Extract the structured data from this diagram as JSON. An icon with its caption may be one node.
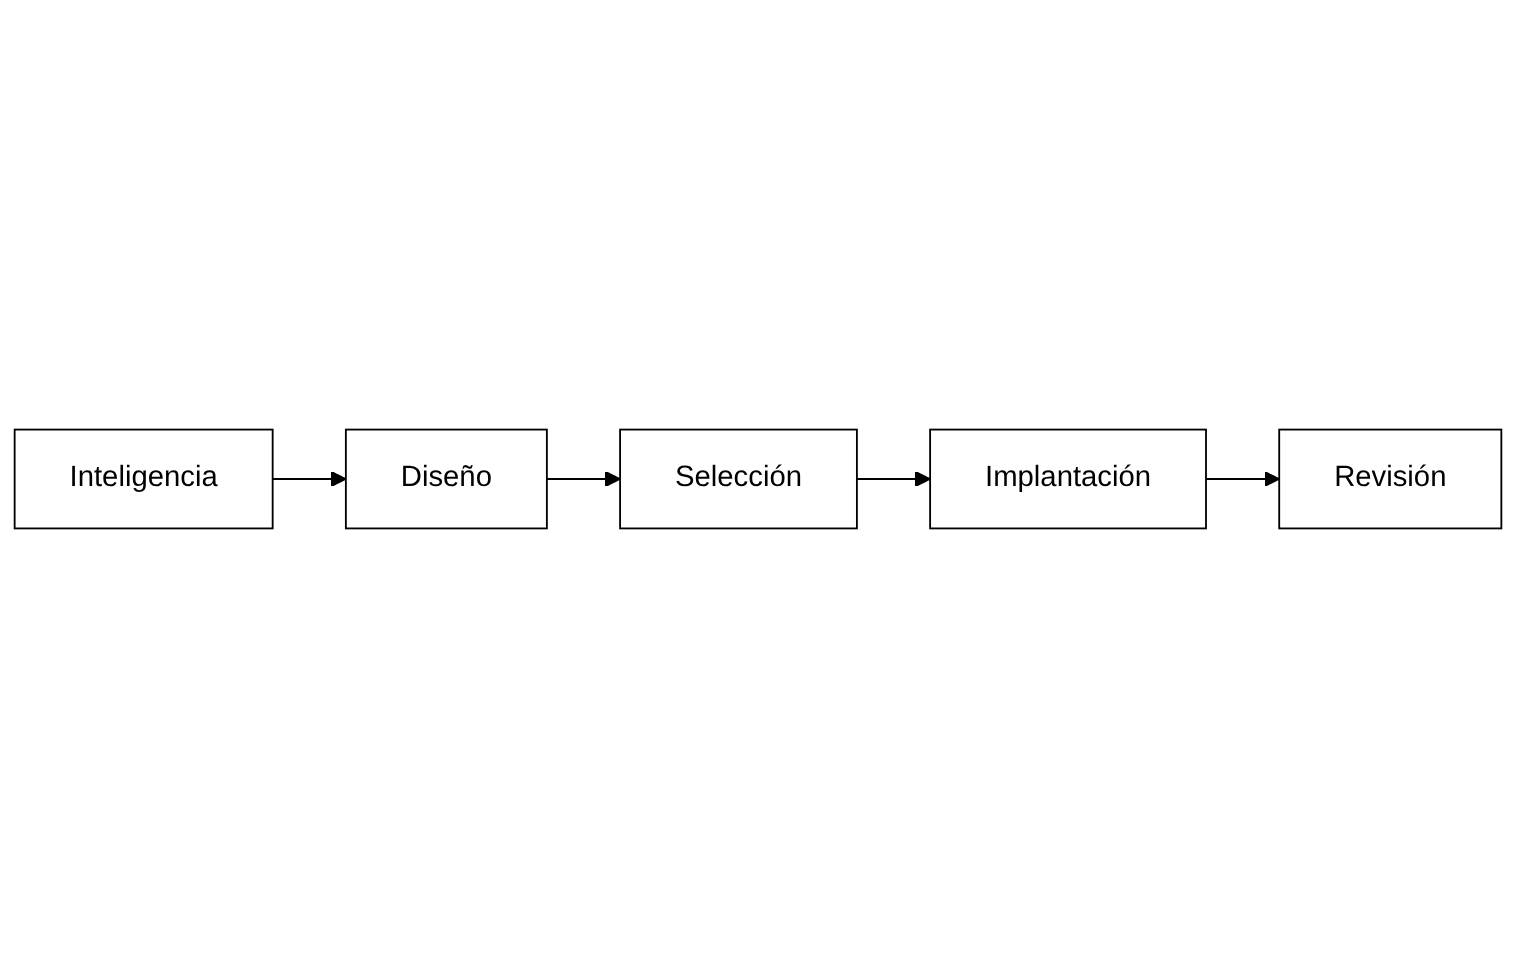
{
  "diagram": {
    "nodes": [
      {
        "text": [
          "Inteligencia"
        ]
      },
      {
        "text": [
          "Diseño"
        ]
      },
      {
        "text": [
          "Selección"
        ]
      },
      {
        "text": [
          "Implantación"
        ]
      },
      {
        "text": [
          "Revisión"
        ]
      }
    ],
    "edges": [
      {
        "from": 0,
        "to": 1,
        "arrow": "to"
      },
      {
        "from": 1,
        "to": 2,
        "arrow": "to"
      },
      {
        "from": 2,
        "to": 3,
        "arrow": "to"
      },
      {
        "from": 3,
        "to": 4,
        "arrow": "to"
      }
    ]
  }
}
